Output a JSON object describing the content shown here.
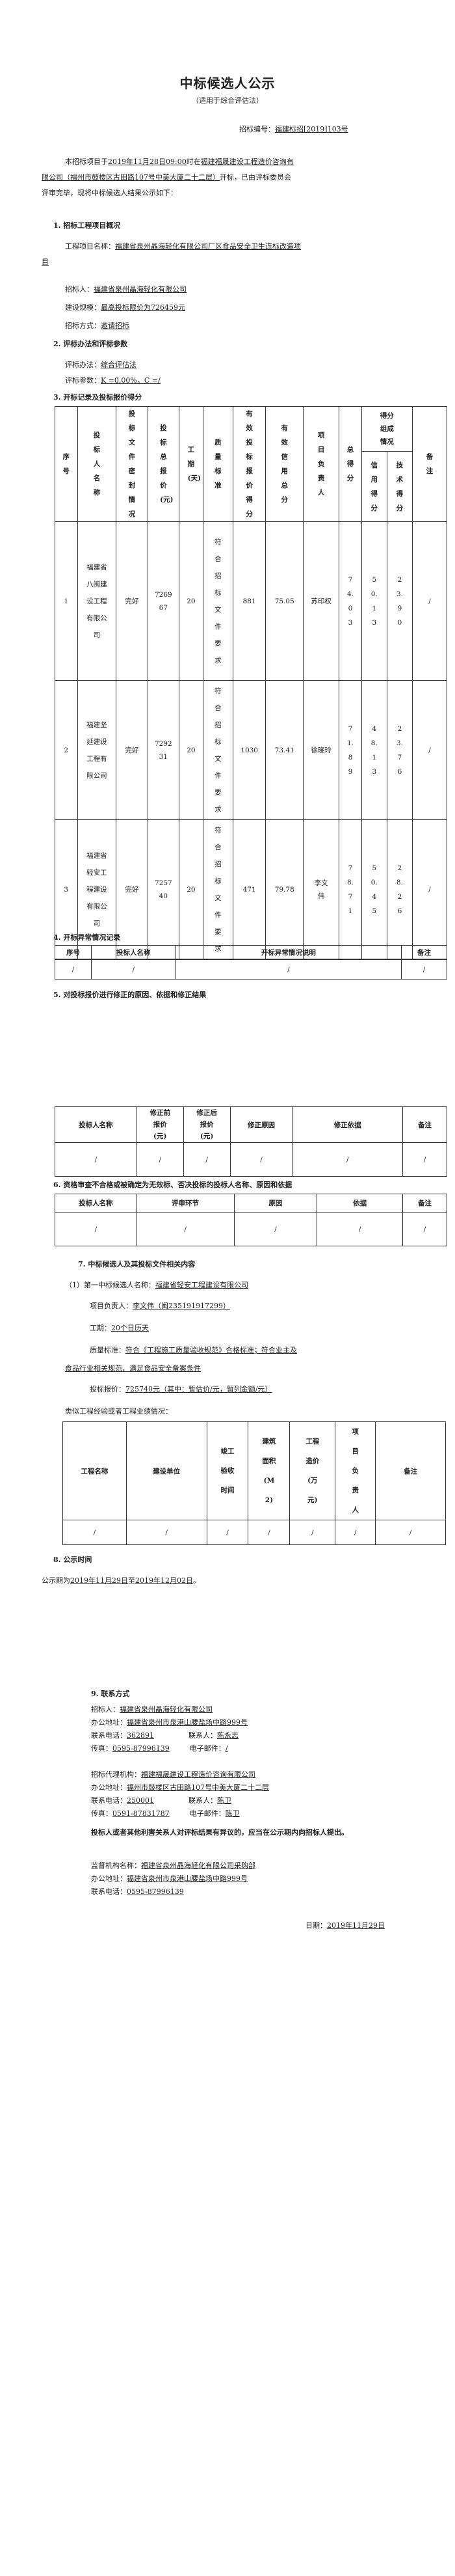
{
  "doc": {
    "title": "中标候选人公示",
    "subtitle": "（适用于综合评估法）",
    "bid_no_label": "招标编号：",
    "bid_no": "福建标招[2019]103号",
    "intro_p1_a": "本招标项目于",
    "intro_p1_date": "2019年11月28日09:00",
    "intro_p1_b": "时在",
    "intro_p1_place1": "福建福晟建设工程造价咨询有",
    "intro_p2_place2": "限公司（福州市鼓楼区古田路107号中美大厦二十二层）",
    "intro_p2_c": "开标，已由评标委员会",
    "intro_p3": "评审完毕，现将中标候选人结果公示如下："
  },
  "s1": {
    "heading": "1. 招标工程项目概况",
    "project_label": "工程项目名称：",
    "project_name_1": "福建省泉州晶海轻化有限公司厂区食品安全卫生连标改造项",
    "project_name_2": "目",
    "owner_label": "招标人：",
    "owner": "福建省泉州晶海轻化有限公司",
    "budget_label": "建设规模：",
    "budget": "最高投标限价为726459元",
    "method_label": "招标方式：",
    "method": "邀请招标"
  },
  "s2": {
    "heading": "2. 评标办法和评标参数",
    "eval_label": "评标办法：",
    "eval": "综合评估法",
    "param_label": "评标参数：",
    "param": "K =0.00%，C =/"
  },
  "s3": {
    "heading": "3. 开标记录及投标报价得分",
    "headers": {
      "seq": "序号",
      "bidder": "投标人名称",
      "doc_status": "投标文件密封情况",
      "price": "投标总报价(元)",
      "period": "工期(天)",
      "quality": "质量标准",
      "eff_score": "有效投标报价得分",
      "credit_score": "有效信用总分",
      "manager": "项目负责人",
      "group_score": "得分组成情况",
      "total": "总得分",
      "credit": "信用得分",
      "tech": "技术得分",
      "remark": "备注"
    },
    "rows": [
      {
        "seq": "1",
        "bidder": "福建省八闽建设工程有限公司",
        "doc_status": "完好",
        "price": "726967",
        "period": "20",
        "quality": "符合招标文件要求",
        "eff_score": "881",
        "credit_score": "75.05",
        "manager": "苏印权",
        "total": "74.03",
        "credit": "50.13",
        "tech": "23.90",
        "remark": "/"
      },
      {
        "seq": "2",
        "bidder": "福建坚延建设工程有限公司",
        "doc_status": "完好",
        "price": "729231",
        "period": "20",
        "quality": "符合招标文件要求",
        "eff_score": "1030",
        "credit_score": "73.41",
        "manager": "徐晓玲",
        "total": "71.89",
        "credit": "48.13",
        "tech": "23.76",
        "remark": "/"
      },
      {
        "seq": "3",
        "bidder": "福建省轻安工程建设有限公司",
        "doc_status": "完好",
        "price": "725740",
        "period": "20",
        "quality": "符合招标文件要求",
        "eff_score": "471",
        "credit_score": "79.78",
        "manager": "李文伟",
        "total": "78.71",
        "credit": "50.45",
        "tech": "28.26",
        "remark": "/"
      }
    ]
  },
  "s4": {
    "heading": "4. 开标异常情况记录",
    "headers": {
      "seq": "序号",
      "bidder": "投标人名称",
      "desc": "开标异常情况说明",
      "remark": "备注"
    },
    "row": {
      "seq": "/",
      "bidder": "/",
      "desc": "/",
      "remark": "/"
    }
  },
  "s5": {
    "heading": "5. 对投标报价进行修正的原因、依据和修正结果",
    "headers": {
      "bidder": "投标人名称",
      "before": "修正前报价(元)",
      "after": "修正后报价(元)",
      "reason": "修正原因",
      "basis": "修正依据",
      "remark": "备注"
    },
    "row": {
      "bidder": "/",
      "before": "/",
      "after": "/",
      "reason": "/",
      "basis": "/",
      "remark": "/"
    }
  },
  "s6": {
    "heading": "6. 资格审查不合格或被确定为无效标、否决投标的投标人名称、原因和依据",
    "headers": {
      "bidder": "投标人名称",
      "stage": "评审环节",
      "reason": "原因",
      "basis": "依据",
      "remark": "备注"
    },
    "row": {
      "bidder": "/",
      "stage": "/",
      "reason": "/",
      "basis": "/",
      "remark": "/"
    }
  },
  "s7": {
    "heading": "7. 中标候选人及其投标文件相关内容",
    "cand_label": "（1）第一中标候选人名称：",
    "cand": "福建省轻安工程建设有限公司",
    "mgr_label": "项目负责人：",
    "mgr": "李文伟（闽235191917299）",
    "period_label": "工期：",
    "period": "20个日历天",
    "quality_label": "质量标准：",
    "quality": "符合《工程施工质量验收规范》合格标准；符合业主及",
    "quality_2": "食品行业相关规范、满足食品安全备案条件",
    "price_label": "投标报价：",
    "price": "725740元（其中：暂估价/元，暂列金额/元）",
    "perf_label": "类似工程经验或者工程业绩情况：",
    "perf_headers": {
      "name": "工程名称",
      "unit": "建设单位",
      "date": "竣工验收时间",
      "area": "建筑面积(M2)",
      "cost": "工程造价(万元)",
      "mgr": "项目负责人",
      "remark": "备注"
    },
    "perf_row": {
      "name": "/",
      "unit": "/",
      "date": "/",
      "area": "/",
      "cost": "/",
      "mgr": "/",
      "remark": "/"
    }
  },
  "s8": {
    "heading": "8. 公示时间",
    "text_a": "公示期为",
    "start": "2019年11月29日",
    "to": "至",
    "end": "2019年12月02日",
    "text_b": "。"
  },
  "s9": {
    "heading": "9. 联系方式",
    "owner_label": "招标人：",
    "owner": "福建省泉州晶海轻化有限公司",
    "owner_addr_label": "办公地址：",
    "owner_addr": "福建省泉州市泉港山腰盐场中路999号",
    "owner_tel_label": "联系电话：",
    "owner_tel": "362891",
    "owner_contact_label": "联系人：",
    "owner_contact": "陈永志",
    "owner_fax_label": "传真：",
    "owner_fax": "0595-87996139",
    "owner_email_label": "电子邮件：",
    "owner_email": "/",
    "agent_label": "招标代理机构：",
    "agent": "福建福晟建设工程造价咨询有限公司",
    "agent_addr_label": "办公地址：",
    "agent_addr": "福州市鼓楼区古田路107号中美大厦二十二层",
    "agent_tel_label": "联系电话：",
    "agent_tel": "250001",
    "agent_contact_label": "联系人：",
    "agent_contact": "陈卫",
    "agent_fax_label": "传真：",
    "agent_fax": "0591-87831787",
    "agent_email_label": "电子邮件：",
    "agent_email": "陈卫"
  },
  "s10": {
    "heading": "投标人或者其他利害关系人对评标结果有异议的，应当在公示期内向招标人提出。",
    "sup_label": "监督机构名称：",
    "sup": "福建省泉州晶海轻化有限公司采购部",
    "sup_addr_label": "办公地址：",
    "sup_addr": "福建省泉州市泉港山腰盐场中路999号",
    "sup_tel_label": "联系电话：",
    "sup_tel": "0595-87996139",
    "date_label": "日期：",
    "date": "2019年11月29日"
  }
}
